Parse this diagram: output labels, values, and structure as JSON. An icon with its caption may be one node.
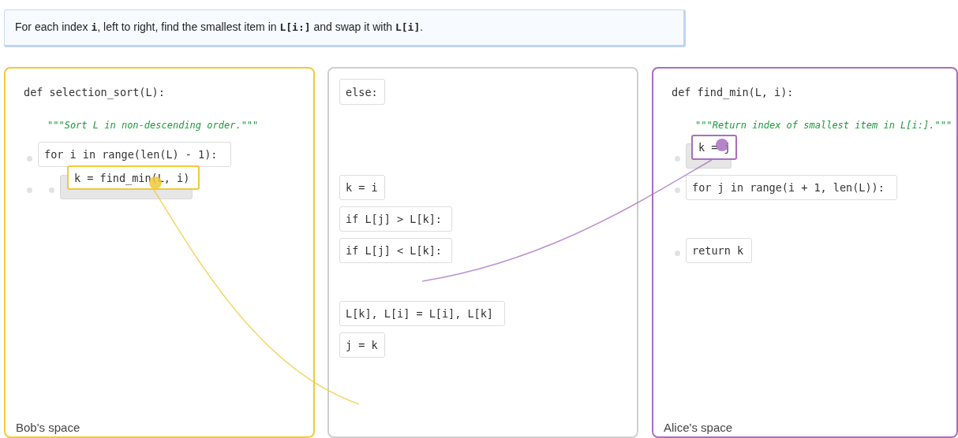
{
  "diagram": {
    "title": "For each index **i**, left to right, find the smallest item in **L[i:]** and swap it with **L[i]**.",
    "nodes": [
      {
        "text": [
          "def selection_sort(L):",
          "\"\"\"Sort L in non-descending order.\"\"\"",
          "Bob's space"
        ]
      },
      {
        "text": [
          "for i in range(len(L) - 1):"
        ],
        "in": 0
      },
      {
        "text": [],
        "shape": "box",
        "in": 0
      },
      {
        "text": [
          "k = find_min(L, i)"
        ],
        "in": 0
      },
      {
        "text": [],
        "shape": "box"
      },
      {
        "text": [
          "else:"
        ],
        "in": 4
      },
      {
        "text": [
          "k = i"
        ],
        "in": 4
      },
      {
        "text": [
          "if L[j] > L[k]:"
        ],
        "in": 4
      },
      {
        "text": [
          "if L[j] < L[k]:"
        ],
        "in": 4
      },
      {
        "text": [
          "L[k], L[i] = L[i], L[k]"
        ],
        "in": 4
      },
      {
        "text": [
          "j = k"
        ],
        "in": 4
      },
      {
        "text": [
          "def find_min(L, i):",
          "\"\"\"Return index of smallest item in L[i:].\"\"\"",
          "Alice's space"
        ]
      },
      {
        "text": [],
        "shape": "box",
        "in": 11
      },
      {
        "text": [
          "k = j"
        ],
        "in": 11
      },
      {
        "text": [
          "for j in range(i + 1, len(L)):"
        ],
        "in": 11
      },
      {
        "text": [
          "return k"
        ],
        "in": 11
      }
    ],
    "edges": [
      {
        "from": null,
        "to": 3,
        "arrow": "none",
        "color": "#f0c93a"
      },
      {
        "from": null,
        "to": 13,
        "arrow": "none",
        "color": "#a86fc0"
      }
    ]
  }
}
